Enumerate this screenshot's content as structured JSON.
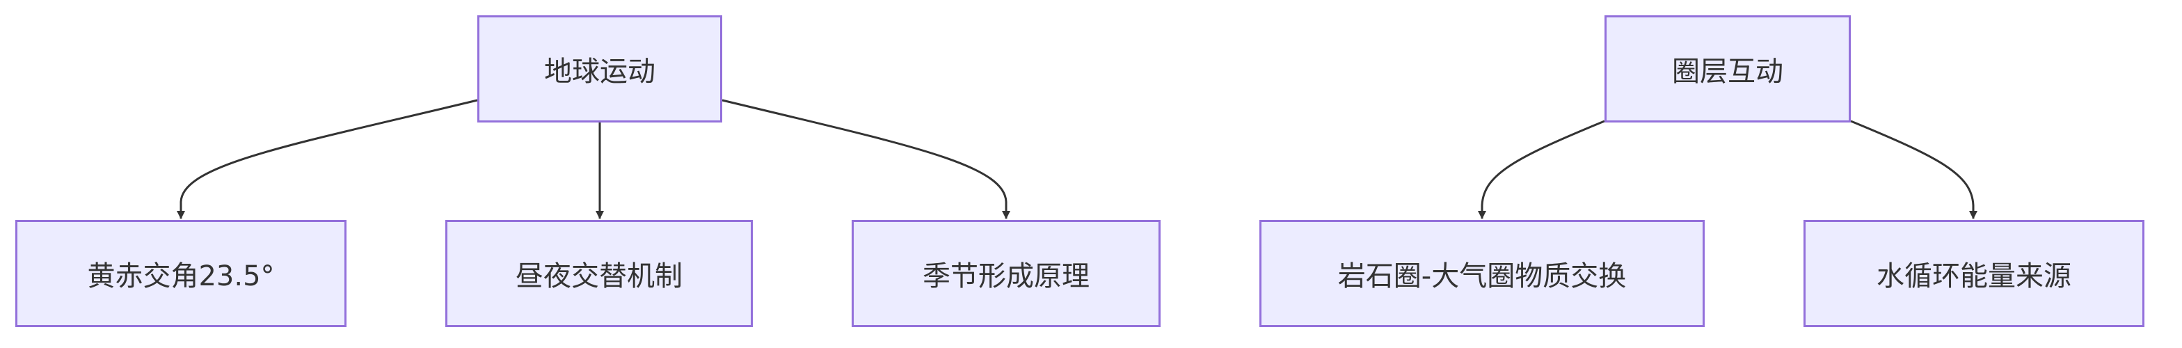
{
  "diagram": {
    "type": "flowchart",
    "colors": {
      "node_fill": "#ECECFF",
      "node_stroke": "#9370DB",
      "edge": "#333333",
      "text": "#333333"
    },
    "nodes": {
      "earth_motion": "地球运动",
      "ecliptic": "黄赤交角23.5°",
      "day_night": "昼夜交替机制",
      "seasons": "季节形成原理",
      "sphere_interaction": "圈层互动",
      "litho_atmo": "岩石圈-大气圈物质交换",
      "water_cycle": "水循环能量来源"
    },
    "edges": [
      [
        "earth_motion",
        "ecliptic"
      ],
      [
        "earth_motion",
        "day_night"
      ],
      [
        "earth_motion",
        "seasons"
      ],
      [
        "sphere_interaction",
        "litho_atmo"
      ],
      [
        "sphere_interaction",
        "water_cycle"
      ]
    ]
  }
}
